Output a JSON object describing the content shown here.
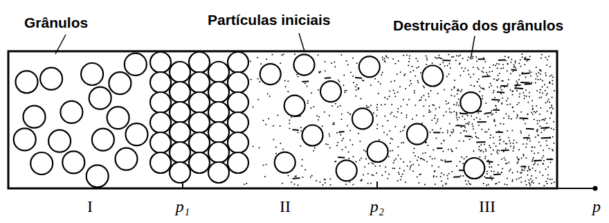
{
  "diagram": {
    "labels": [
      "Grânulos",
      "Partículas iniciais",
      "Destruição dos grânulos",
      "I",
      "p₁",
      "II",
      "p₂",
      "III",
      "p"
    ]
  }
}
